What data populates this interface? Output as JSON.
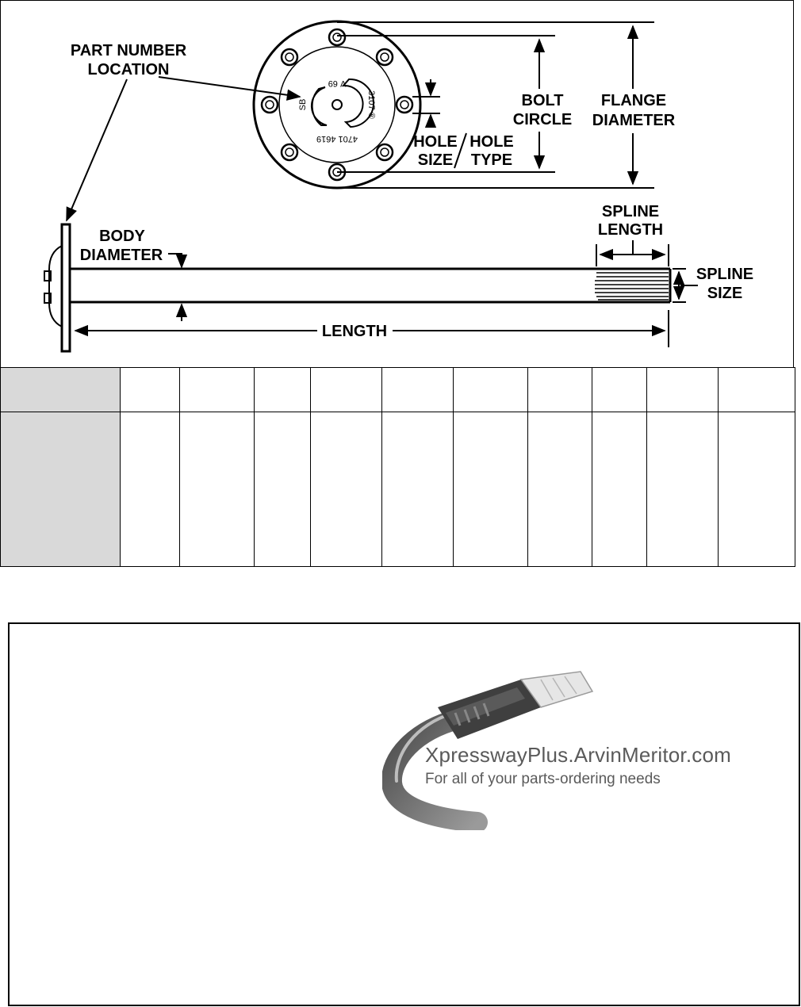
{
  "diagram": {
    "labels": {
      "part_number_location_line1": "PART NUMBER",
      "part_number_location_line2": "LOCATION",
      "bolt_circle_line1": "BOLT",
      "bolt_circle_line2": "CIRCLE",
      "flange_diameter_line1": "FLANGE",
      "flange_diameter_line2": "DIAMETER",
      "hole_size_line1": "HOLE",
      "hole_size_line2": "SIZE",
      "hole_type_line1": "HOLE",
      "hole_type_line2": "TYPE",
      "body_diameter_line1": "BODY",
      "body_diameter_line2": "DIAMETER",
      "spline_length_line1": "SPLINE",
      "spline_length_line2": "LENGTH",
      "spline_size_line1": "SPLINE",
      "spline_size_line2": "SIZE",
      "length": "LENGTH"
    }
  },
  "promo": {
    "url": "XpresswayPlus.ArvinMeritor.com",
    "tagline": "For all of your parts-ordering needs"
  }
}
